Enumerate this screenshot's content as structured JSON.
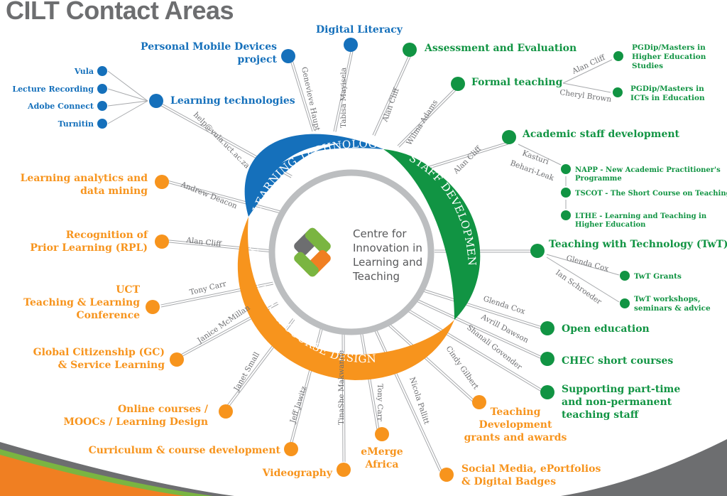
{
  "title": "CILT Contact Areas",
  "colors": {
    "blue": "#1570bb",
    "green": "#119443",
    "orange": "#f7941d",
    "gray_line": "#a7a9ac",
    "ring_gray": "#bcbec0",
    "text_gray": "#6d6e71",
    "footer_gray": "#6d6e70",
    "footer_green": "#7ab541",
    "footer_orange": "#f07f22"
  },
  "center": {
    "lines": [
      "Centre for",
      "Innovation in",
      "Learning and",
      "Teaching"
    ],
    "logo": "cilt-logo-icon"
  },
  "ring_sections": [
    {
      "label": "LEARNING TECHNOLOGIES",
      "color": "blue"
    },
    {
      "label": "STAFF DEVELOPMENT",
      "color": "green"
    },
    {
      "label": "CURRICULUM & COURSE DESIGN",
      "color": "orange"
    }
  ],
  "learning_technologies": {
    "areas": [
      {
        "label": "Personal Mobile Devices project",
        "lines": [
          "Personal Mobile Devices",
          "project"
        ],
        "contact": "Genevieve Haupt"
      },
      {
        "label": "Digital Literacy",
        "lines": [
          "Digital Literacy"
        ],
        "contact": "Tabisa Mayisela"
      },
      {
        "label": "Learning technologies",
        "lines": [
          "Learning technologies"
        ],
        "contact": "help@vula.uct.ac.za",
        "sub_items": [
          "Vula",
          "Lecture Recording",
          "Adobe Connect",
          "Turnitin"
        ]
      }
    ]
  },
  "staff_development": {
    "areas": [
      {
        "label": "Assessment and Evaluation",
        "lines": [
          "Assessment and Evaluation"
        ],
        "contact": "Alan Cliff"
      },
      {
        "label": "Formal teaching",
        "lines": [
          "Formal teaching"
        ],
        "contact": "Wilma Adams",
        "sub_items": [
          {
            "contact": "Alan Cliff",
            "lines": [
              "PGDip/Masters in",
              "Higher Education",
              "Studies"
            ]
          },
          {
            "contact": "Cheryl Brown",
            "lines": [
              "PGDip/Masters in",
              "ICTs in Education"
            ]
          }
        ]
      },
      {
        "label": "Academic staff development",
        "lines": [
          "Academic staff development"
        ],
        "contact": "Alan Cliff",
        "sub_contact": [
          "Kasturi",
          "Behari-Leak"
        ],
        "sub_items": [
          {
            "lines": [
              "NAPP - New Academic Practitioner's",
              "Programme"
            ]
          },
          {
            "lines": [
              "TSCOT - The Short Course on Teaching"
            ]
          },
          {
            "lines": [
              "LTHE - Learning and Teaching in",
              "Higher Education"
            ]
          }
        ]
      },
      {
        "label": "Teaching with Technology (TwT)",
        "lines": [
          "Teaching with Technology (TwT)"
        ],
        "contact": "",
        "sub_items": [
          {
            "contact": "Glenda Cox",
            "lines": [
              "TwT Grants"
            ]
          },
          {
            "contact": "Ian Schroeder",
            "lines": [
              "TwT workshops,",
              "seminars & advice"
            ]
          }
        ]
      },
      {
        "label": "Open education",
        "lines": [
          "Open education"
        ],
        "contact": "Glenda Cox"
      },
      {
        "label": "CHEC short courses",
        "lines": [
          "CHEC short courses"
        ],
        "contact": "Avrill Dawson"
      },
      {
        "label": "Supporting part-time and non-permanent teaching staff",
        "lines": [
          "Supporting part-time",
          "and non-permanent",
          "teaching staff"
        ],
        "contact": "Shanali Govender"
      }
    ]
  },
  "curriculum_course_design": {
    "areas": [
      {
        "label": "Learning analytics and data mining",
        "lines": [
          "Learning analytics and",
          "data mining"
        ],
        "contact": "Andrew Deacon"
      },
      {
        "label": "Recognition of Prior Learning (RPL)",
        "lines": [
          "Recognition of",
          "Prior Learning (RPL)"
        ],
        "contact": "Alan Cliff"
      },
      {
        "label": "UCT Teaching & Learning Conference",
        "lines": [
          "UCT",
          "Teaching & Learning",
          "Conference"
        ],
        "contact": "Tony Carr"
      },
      {
        "label": "Global Citizenship (GC) & Service Learning",
        "lines": [
          "Global Citizenship (GC)",
          "& Service Learning"
        ],
        "contact": "Janice McMillan"
      },
      {
        "label": "Online courses / MOOCs / Learning Design",
        "lines": [
          "Online courses /",
          "MOOCs / Learning Design"
        ],
        "contact": "Janet Small"
      },
      {
        "label": "Curriculum & course development",
        "lines": [
          "Curriculum & course development"
        ],
        "contact": "Jeff Jawitz"
      },
      {
        "label": "Videography",
        "lines": [
          "Videography"
        ],
        "contact": "TinaShe Makwande"
      },
      {
        "label": "eMerge Africa",
        "lines": [
          "eMerge",
          "Africa"
        ],
        "contact": "Tony Carr"
      },
      {
        "label": "Social Media, ePortfolios & Digital Badges",
        "lines": [
          "Social Media, ePortfolios",
          "& Digital Badges"
        ],
        "contact": "Nicola Pallitt"
      },
      {
        "label": "Teaching Development grants and awards",
        "lines": [
          "Teaching",
          "Development",
          "grants and awards"
        ],
        "contact": "Cindy Gilbert"
      }
    ]
  }
}
